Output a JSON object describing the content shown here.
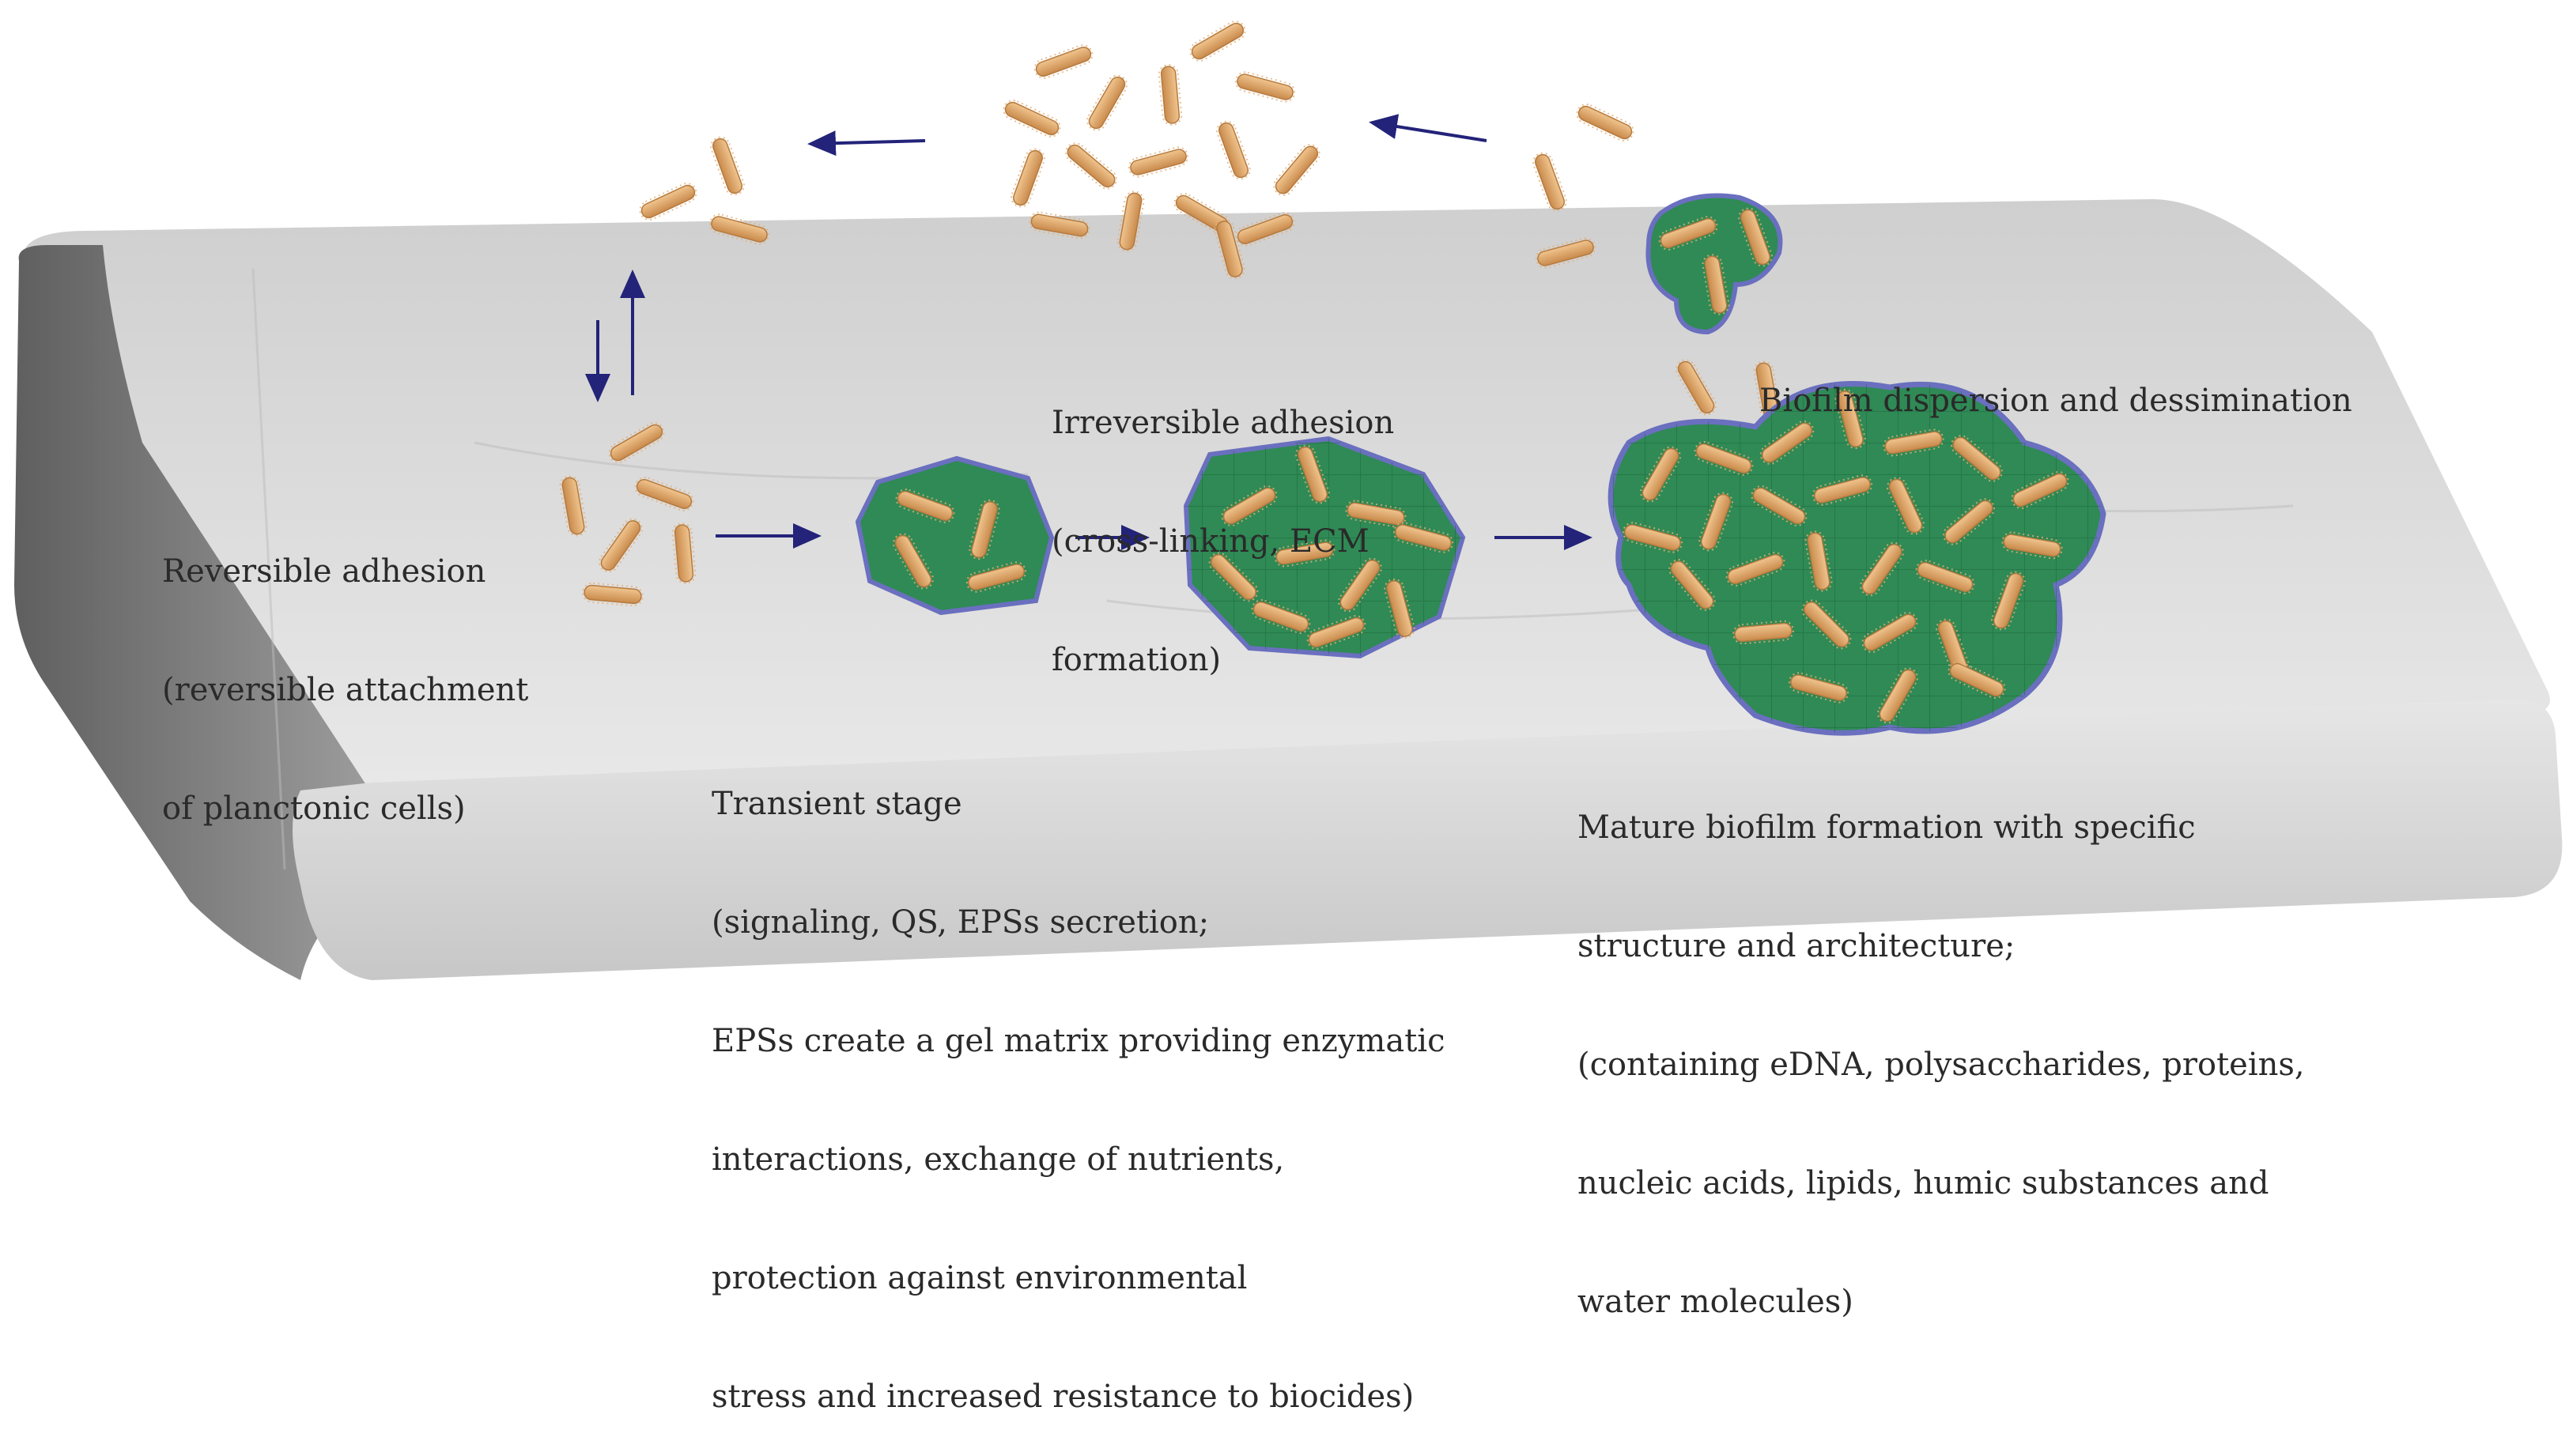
{
  "diagram": {
    "stages": {
      "reversible": {
        "lines": [
          "Reversible adhesion",
          "(reversible attachment",
          "of planctonic cells)"
        ]
      },
      "irreversible": {
        "lines": [
          "Irreversible adhesion",
          "(cross-linking, ECM",
          "formation)"
        ]
      },
      "dispersion": {
        "lines": [
          "Biofilm dispersion and dessimination"
        ]
      },
      "transient": {
        "lines": [
          "Transient stage",
          "(signaling, QS, EPSs secretion;",
          "EPSs create a gel matrix providing enzymatic",
          "interactions, exchange of nutrients,",
          "protection against environmental",
          "stress and increased resistance to biocides)"
        ]
      },
      "mature": {
        "lines": [
          "Mature biofilm formation with specific",
          "structure and architecture;",
          "(containing eDNA, polysaccharides, proteins,",
          "nucleic acids, lipids, humic substances and",
          "water molecules)"
        ]
      }
    },
    "colors": {
      "bacteria": "#d9a066",
      "biofilm_matrix": "#2f8a55",
      "biofilm_outline": "#6a6fbf",
      "arrow": "#23237a",
      "surface_top": "#d9d9d9",
      "surface_side": "#8f8f8f"
    }
  }
}
